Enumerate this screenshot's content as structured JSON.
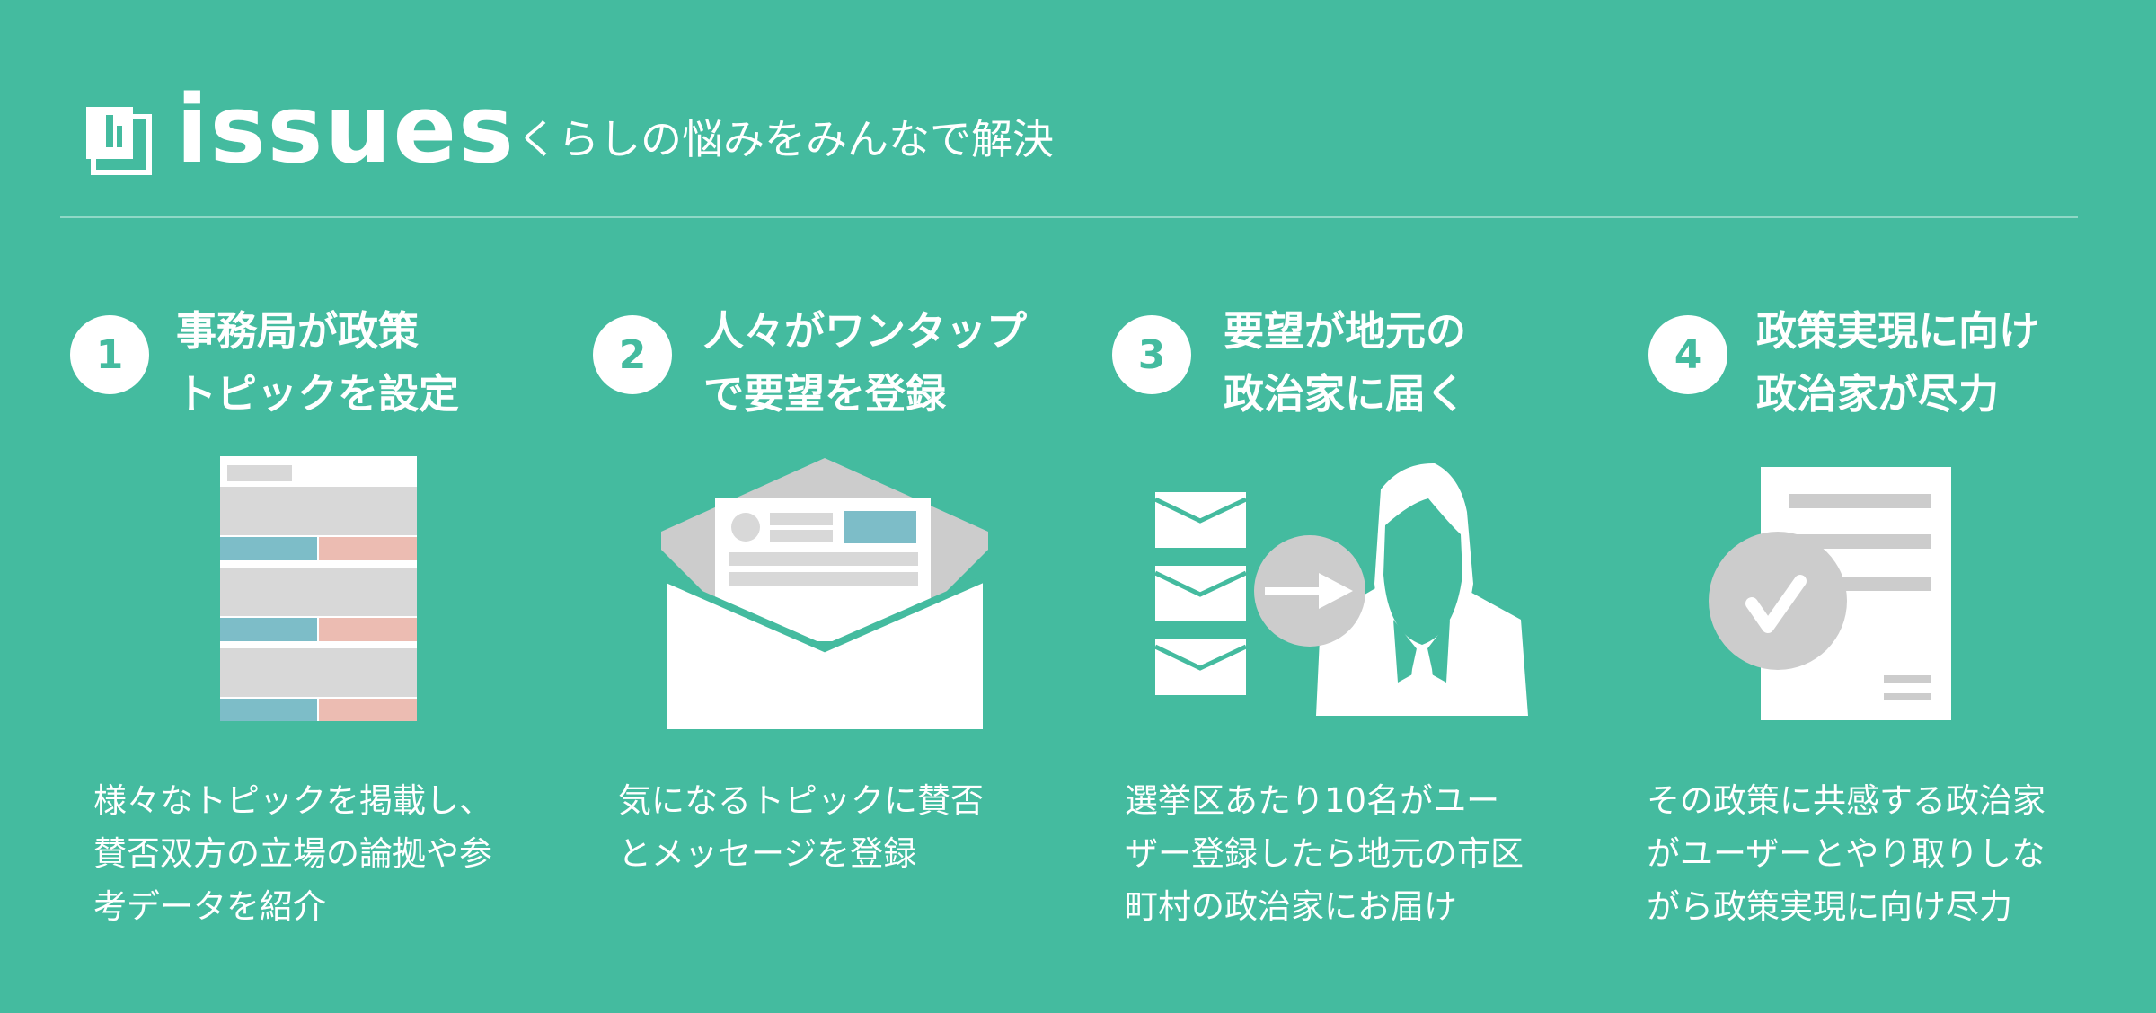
{
  "header": {
    "brand": "issues",
    "tagline": "くらしの悩みをみんなで解決"
  },
  "steps": [
    {
      "number": "1",
      "title": "事務局が政策\nトピックを設定",
      "description": "様々なトピックを掲載し、\n賛否双方の立場の論拠や参\n考データを紹介"
    },
    {
      "number": "2",
      "title": "人々がワンタップ\nで要望を登録",
      "description": "気になるトピックに賛否\nとメッセージを登録"
    },
    {
      "number": "3",
      "title": "要望が地元の\n政治家に届く",
      "description": "選挙区あたり10名がユー\nザー登録したら地元の市区\n町村の政治家にお届け"
    },
    {
      "number": "4",
      "title": "政策実現に向け\n政治家が尽力",
      "description": "その政策に共感する政治家\nがユーザーとやり取りしな\nがら政策実現に向け尽力"
    }
  ],
  "colors": {
    "background": "#44bb9f",
    "gray": "#d8d8d8",
    "blue": "#7dbdc8",
    "pink": "#ecbcb2"
  }
}
